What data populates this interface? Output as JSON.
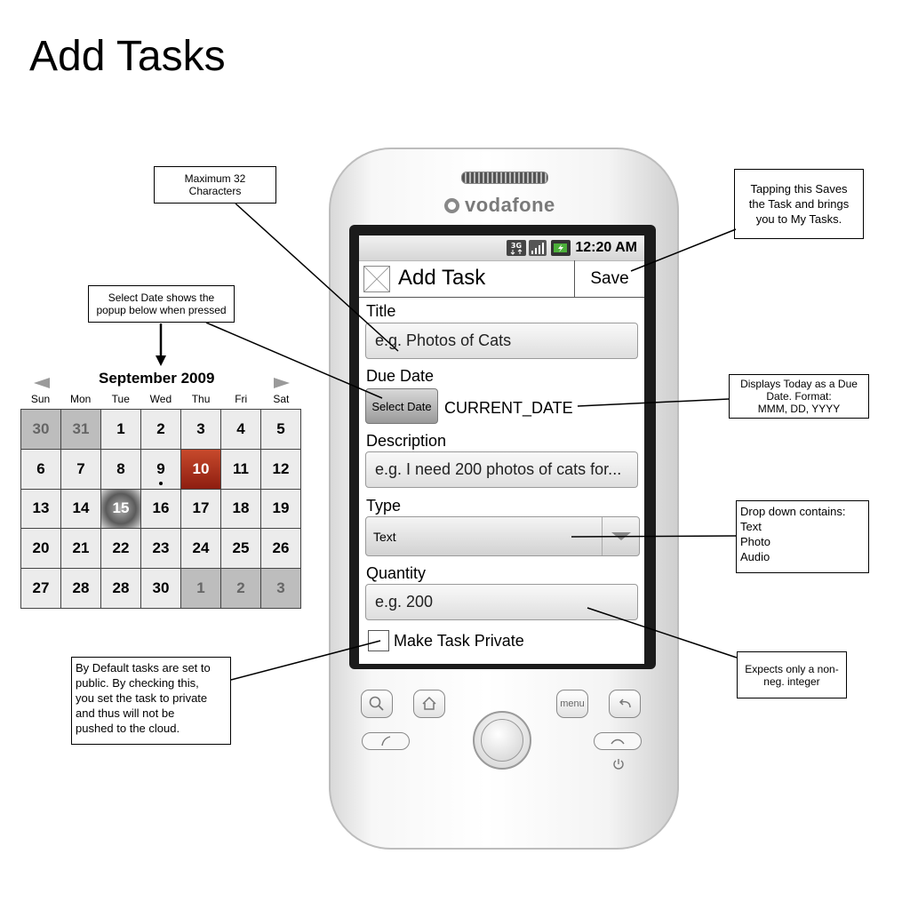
{
  "page_title": "Add Tasks",
  "annotations": {
    "max_chars": [
      "Maximum 32",
      "Characters"
    ],
    "select_date": [
      "Select Date shows the",
      "popup below when pressed"
    ],
    "save": [
      "Tapping this Saves",
      "the Task and brings",
      "you to My Tasks."
    ],
    "current_date": [
      "Displays Today as a Due",
      "Date. Format:",
      "MMM, DD, YYYY"
    ],
    "dropdown": [
      "Drop down contains:",
      "Text",
      "Photo",
      "Audio"
    ],
    "quantity": [
      "Expects only a non-",
      "neg. integer"
    ],
    "private": [
      "By Default tasks are set to",
      "public. By checking this,",
      "you set the task to private",
      "and thus will not be",
      "pushed to the cloud."
    ]
  },
  "phone": {
    "brand": "vodafone",
    "status_time": "12:20 AM",
    "status_network": "3G",
    "app_title": "Add Task",
    "save_label": "Save",
    "title_label": "Title",
    "title_placeholder": "e.g. Photos of Cats",
    "due_label": "Due Date",
    "select_date_label": "Select Date",
    "current_date": "CURRENT_DATE",
    "description_label": "Description",
    "description_placeholder": "e.g. I need 200 photos of cats for...",
    "type_label": "Type",
    "type_value": "Text",
    "quantity_label": "Quantity",
    "quantity_placeholder": "e.g. 200",
    "private_label": "Make Task Private",
    "menu_label": "menu"
  },
  "calendar": {
    "month": "September 2009",
    "weekdays": [
      "Sun",
      "Mon",
      "Tue",
      "Wed",
      "Thu",
      "Fri",
      "Sat"
    ],
    "days": [
      {
        "d": "30",
        "s": "out"
      },
      {
        "d": "31",
        "s": "out"
      },
      {
        "d": "1"
      },
      {
        "d": "2"
      },
      {
        "d": "3"
      },
      {
        "d": "4"
      },
      {
        "d": "5"
      },
      {
        "d": "6"
      },
      {
        "d": "7"
      },
      {
        "d": "8"
      },
      {
        "d": "9",
        "s": "dot"
      },
      {
        "d": "10",
        "s": "today"
      },
      {
        "d": "11"
      },
      {
        "d": "12"
      },
      {
        "d": "13"
      },
      {
        "d": "14"
      },
      {
        "d": "15",
        "s": "selected"
      },
      {
        "d": "16"
      },
      {
        "d": "17"
      },
      {
        "d": "18"
      },
      {
        "d": "19"
      },
      {
        "d": "20"
      },
      {
        "d": "21"
      },
      {
        "d": "22"
      },
      {
        "d": "23"
      },
      {
        "d": "24"
      },
      {
        "d": "25"
      },
      {
        "d": "26"
      },
      {
        "d": "27"
      },
      {
        "d": "28"
      },
      {
        "d": "28"
      },
      {
        "d": "30"
      },
      {
        "d": "1",
        "s": "out"
      },
      {
        "d": "2",
        "s": "out"
      },
      {
        "d": "3",
        "s": "out"
      }
    ]
  }
}
